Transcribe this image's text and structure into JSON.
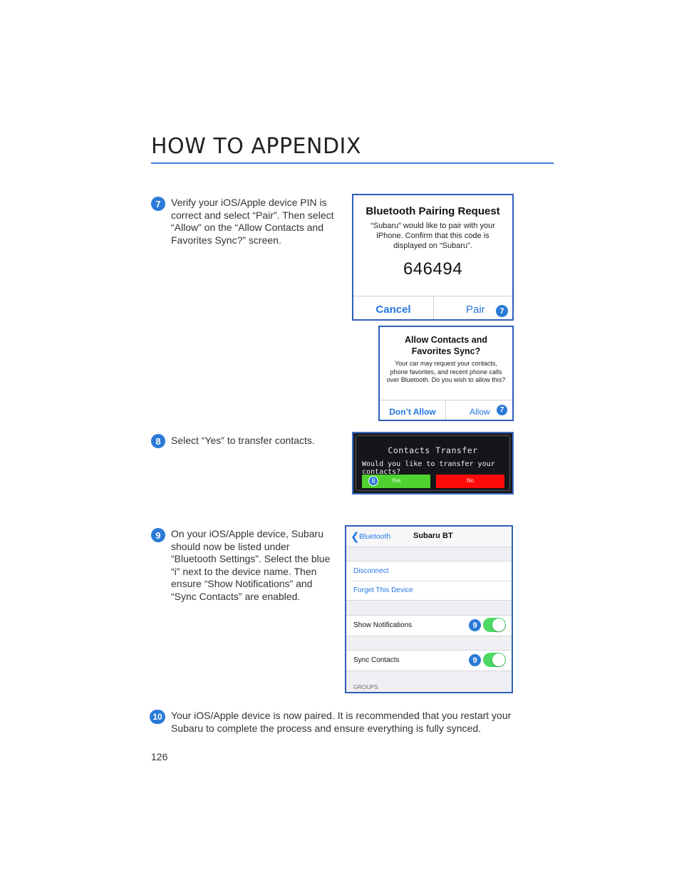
{
  "header": {
    "title": "HOW TO APPENDIX"
  },
  "steps": {
    "s7": {
      "num": "7",
      "text": "Verify your iOS/Apple device PIN is correct and select “Pair”. Then select “Allow” on the “Allow Contacts and Favorites Sync?” screen."
    },
    "s8": {
      "num": "8",
      "text": "Select “Yes” to transfer contacts."
    },
    "s9": {
      "num": "9",
      "text": "On your iOS/Apple device, Subaru should now be listed under “Bluetooth Settings”. Select the blue “i” next to the device name. Then ensure “Show Notifications” and “Sync Contacts” are enabled."
    },
    "s10": {
      "num": "10",
      "text": "Your iOS/Apple device is now paired. It is recommended that you restart your Subaru to complete the process and ensure everything is fully synced."
    }
  },
  "pairing_dialog": {
    "title": "Bluetooth Pairing Request",
    "message": "“Subaru” would like to pair with your iPhone. Confirm that this code is displayed on “Subaru”.",
    "code": "646494",
    "cancel": "Cancel",
    "pair": "Pair",
    "badge": "7"
  },
  "allow_dialog": {
    "title": "Allow Contacts and Favorites Sync?",
    "message": "Your car may request your contacts, phone favorites, and recent phone calls over Bluetooth. Do you wish to allow this?",
    "dont_allow": "Don’t Allow",
    "allow": "Allow",
    "badge": "7"
  },
  "transfer_dialog": {
    "title": "Contacts Transfer",
    "question": "Would you like to transfer your contacts?",
    "yes": "Yes",
    "no": "No",
    "badge": "8"
  },
  "bt_settings": {
    "back": "Bluetooth",
    "device": "Subaru BT",
    "disconnect": "Disconnect",
    "forget": "Forget This Device",
    "show_notifications": "Show Notifications",
    "sync_contacts": "Sync Contacts",
    "groups": "GROUPS",
    "badge": "9",
    "show_notifications_on": true,
    "sync_contacts_on": true
  },
  "footer": {
    "page_number": "126"
  },
  "colors": {
    "accent": "#2a7ad6",
    "green": "#4cd964",
    "red": "#ff0000"
  }
}
